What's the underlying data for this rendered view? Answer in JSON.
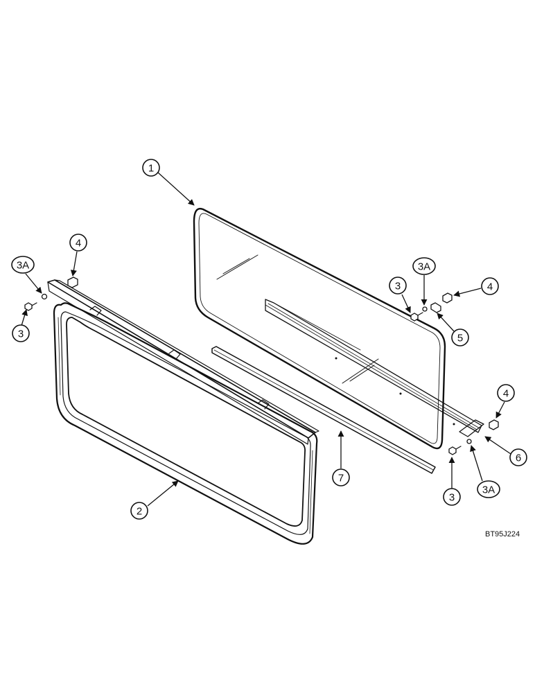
{
  "callouts": {
    "c1": "1",
    "c2": "2",
    "c3_left": "3",
    "c3a_left": "3A",
    "c4_left": "4",
    "c3a_right_top": "3A",
    "c3_right_top": "3",
    "c4_right_top": "4",
    "c5": "5",
    "c4_right_bottom": "4",
    "c6": "6",
    "c3a_right_bottom": "3A",
    "c3_right_bottom": "3",
    "c7": "7"
  },
  "reference_code": "BT95J224"
}
